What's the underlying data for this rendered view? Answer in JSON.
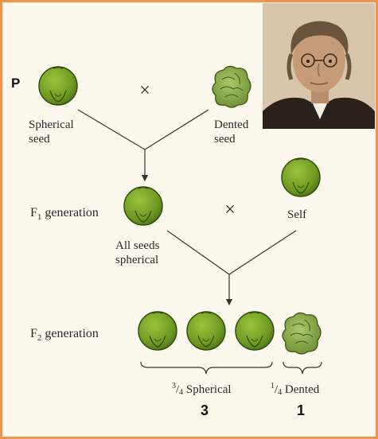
{
  "parental": {
    "gen_label": "P",
    "cross_symbol": "×",
    "left_seed": {
      "line1": "Spherical",
      "line2": "seed"
    },
    "right_seed": {
      "line1": "Dented",
      "line2": "seed"
    }
  },
  "f1": {
    "gen_label": "F",
    "gen_sub": "1",
    "gen_rest": " generation",
    "result": {
      "line1": "All seeds",
      "line2": "spherical"
    },
    "cross_symbol": "×",
    "self_label": "Self"
  },
  "f2": {
    "gen_label": "F",
    "gen_sub": "2",
    "gen_rest": " generation",
    "spherical": {
      "num": "3",
      "den": "4",
      "word": "Spherical",
      "count": "3"
    },
    "dented": {
      "num": "1",
      "den": "4",
      "word": "Dented",
      "count": "1"
    }
  },
  "colors": {
    "border": "#f0944a",
    "seed_fill": "#6e9a22",
    "seed_outline": "#2f4a0c",
    "background": "#fcf8ee"
  },
  "portrait": {
    "icon": "person-portrait-icon"
  }
}
